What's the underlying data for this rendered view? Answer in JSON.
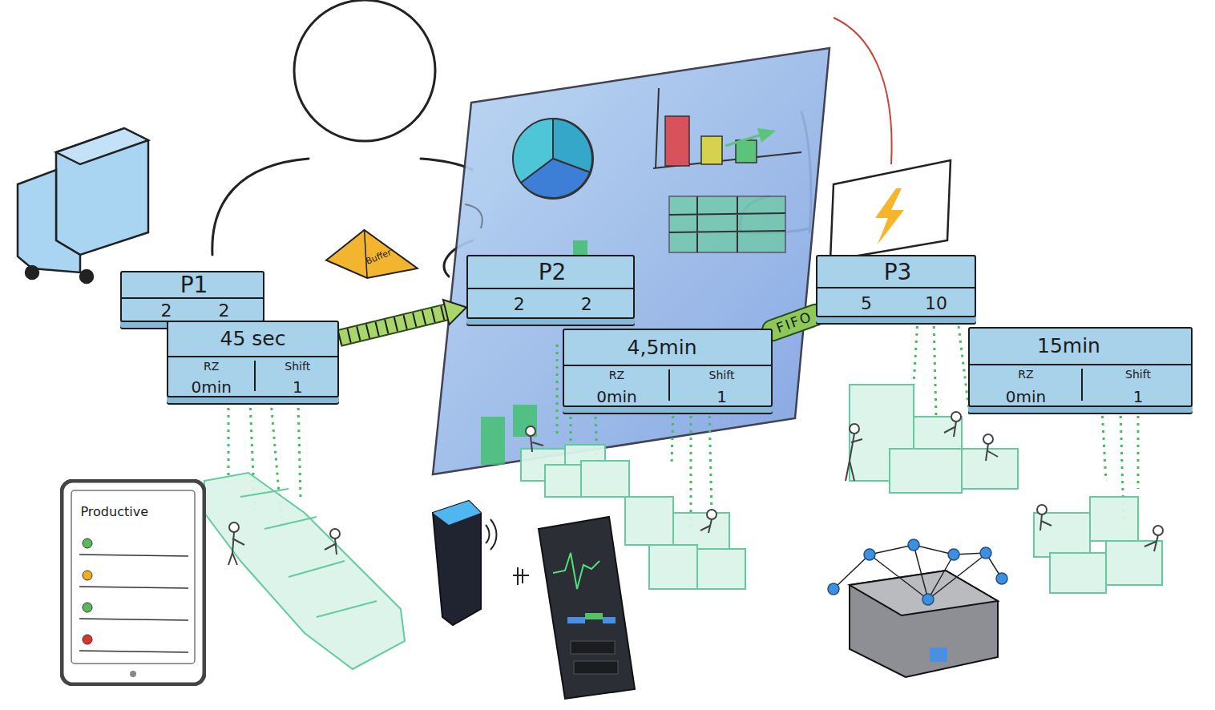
{
  "diagram": {
    "nodes": [
      {
        "text": [
          "P1",
          "2",
          "2"
        ]
      },
      {
        "text": [
          "45 sec",
          "RZ",
          "Shift",
          "0min",
          "1"
        ]
      },
      {
        "text": [
          "Buffer"
        ]
      },
      {
        "text": [
          "P2",
          "2",
          "2"
        ]
      },
      {
        "text": [
          "4,5min",
          "RZ",
          "Shift",
          "0min",
          "1"
        ]
      },
      {
        "text": [
          "P3",
          "5",
          "10"
        ]
      },
      {
        "text": [
          "15min",
          "RZ",
          "Shift",
          "0min",
          "1"
        ]
      },
      {
        "text": [
          "Productive"
        ]
      }
    ],
    "edges": [
      {
        "from": 1,
        "to": 3,
        "arrow": "to"
      },
      {
        "from": 4,
        "to": 5,
        "label": "FIFO",
        "arrow": "none"
      }
    ]
  }
}
